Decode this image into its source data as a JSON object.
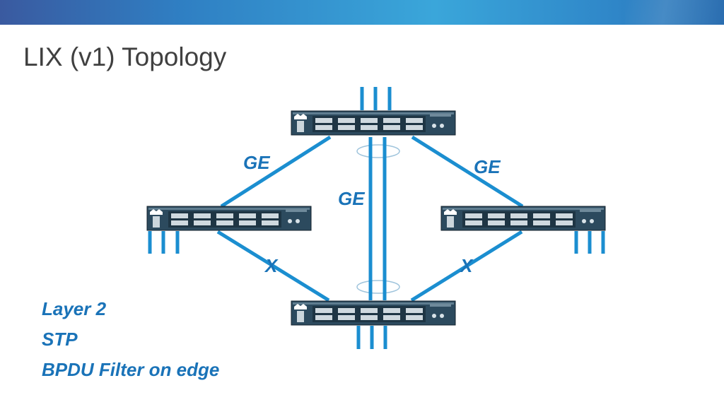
{
  "slide": {
    "title": "LIX (v1) Topology"
  },
  "colors": {
    "link": "#1b8ed0",
    "switch_body": "#2c4a5e",
    "label": "#1a73b8"
  },
  "diagram": {
    "switches": [
      "switch-top",
      "switch-left",
      "switch-right",
      "switch-bottom"
    ],
    "links": [
      {
        "name": "link-top-left",
        "label": "GE"
      },
      {
        "name": "link-top-right",
        "label": "GE"
      },
      {
        "name": "link-top-bottom",
        "label": "GE"
      },
      {
        "name": "link-left-bottom",
        "label": "X"
      },
      {
        "name": "link-right-bottom",
        "label": "X"
      }
    ]
  },
  "notes": [
    "Layer 2",
    "STP",
    "BPDU Filter on edge"
  ]
}
